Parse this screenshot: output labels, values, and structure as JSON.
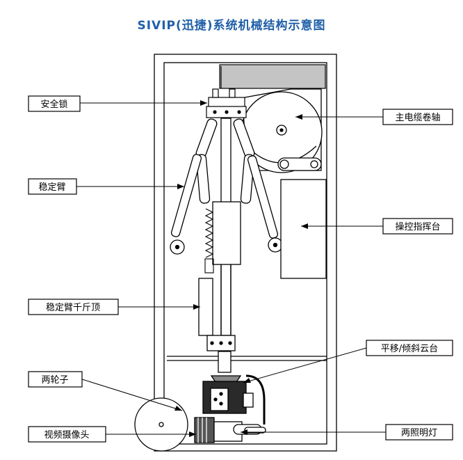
{
  "title": "SIVIP(迅捷)系统机械结构示意图",
  "labels": {
    "safety_lock": "安全锁",
    "main_cable_reel": "主电缆卷轴",
    "stabilizer_arm": "稳定臂",
    "control_console": "操控指挥台",
    "stabilizer_jack": "稳定臂千斤顶",
    "pan_tilt_head": "平移/倾斜云台",
    "two_wheels": "两轮子",
    "video_camera": "视频摄像头",
    "two_lights": "两照明灯"
  }
}
